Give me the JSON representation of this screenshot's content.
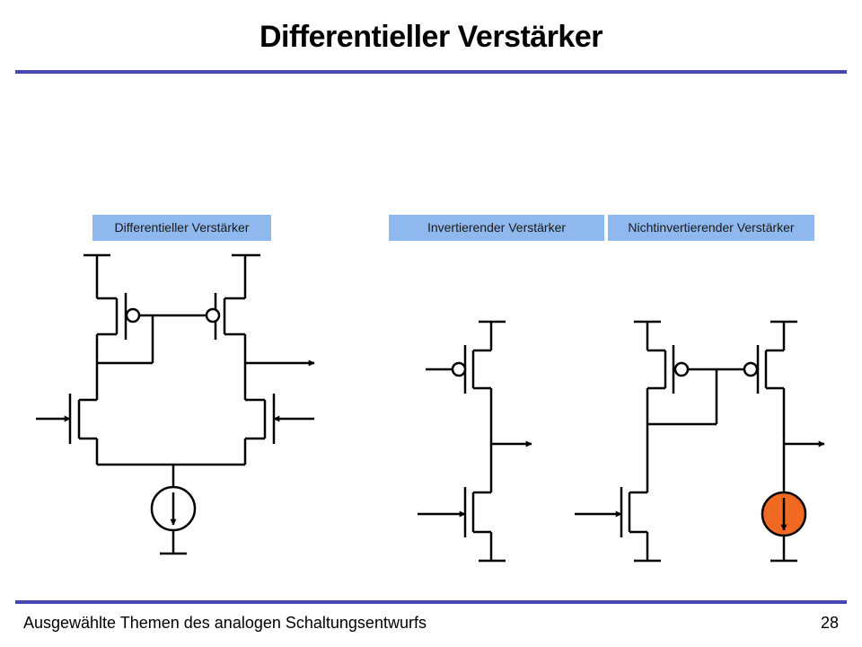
{
  "slide": {
    "title": "Differentieller Verstärker",
    "footer_text": "Ausgewählte Themen des analogen Schaltungsentwurfs",
    "page_number": "28",
    "accent_color": "#4848b4",
    "label_color": "#8fb8ee",
    "highlight_color": "#f26a21"
  },
  "labels": {
    "differential": "Differentieller Verstärker",
    "inverting": "Invertierender Verstärker",
    "noninverting": "Nichtinvertierender Verstärker"
  }
}
